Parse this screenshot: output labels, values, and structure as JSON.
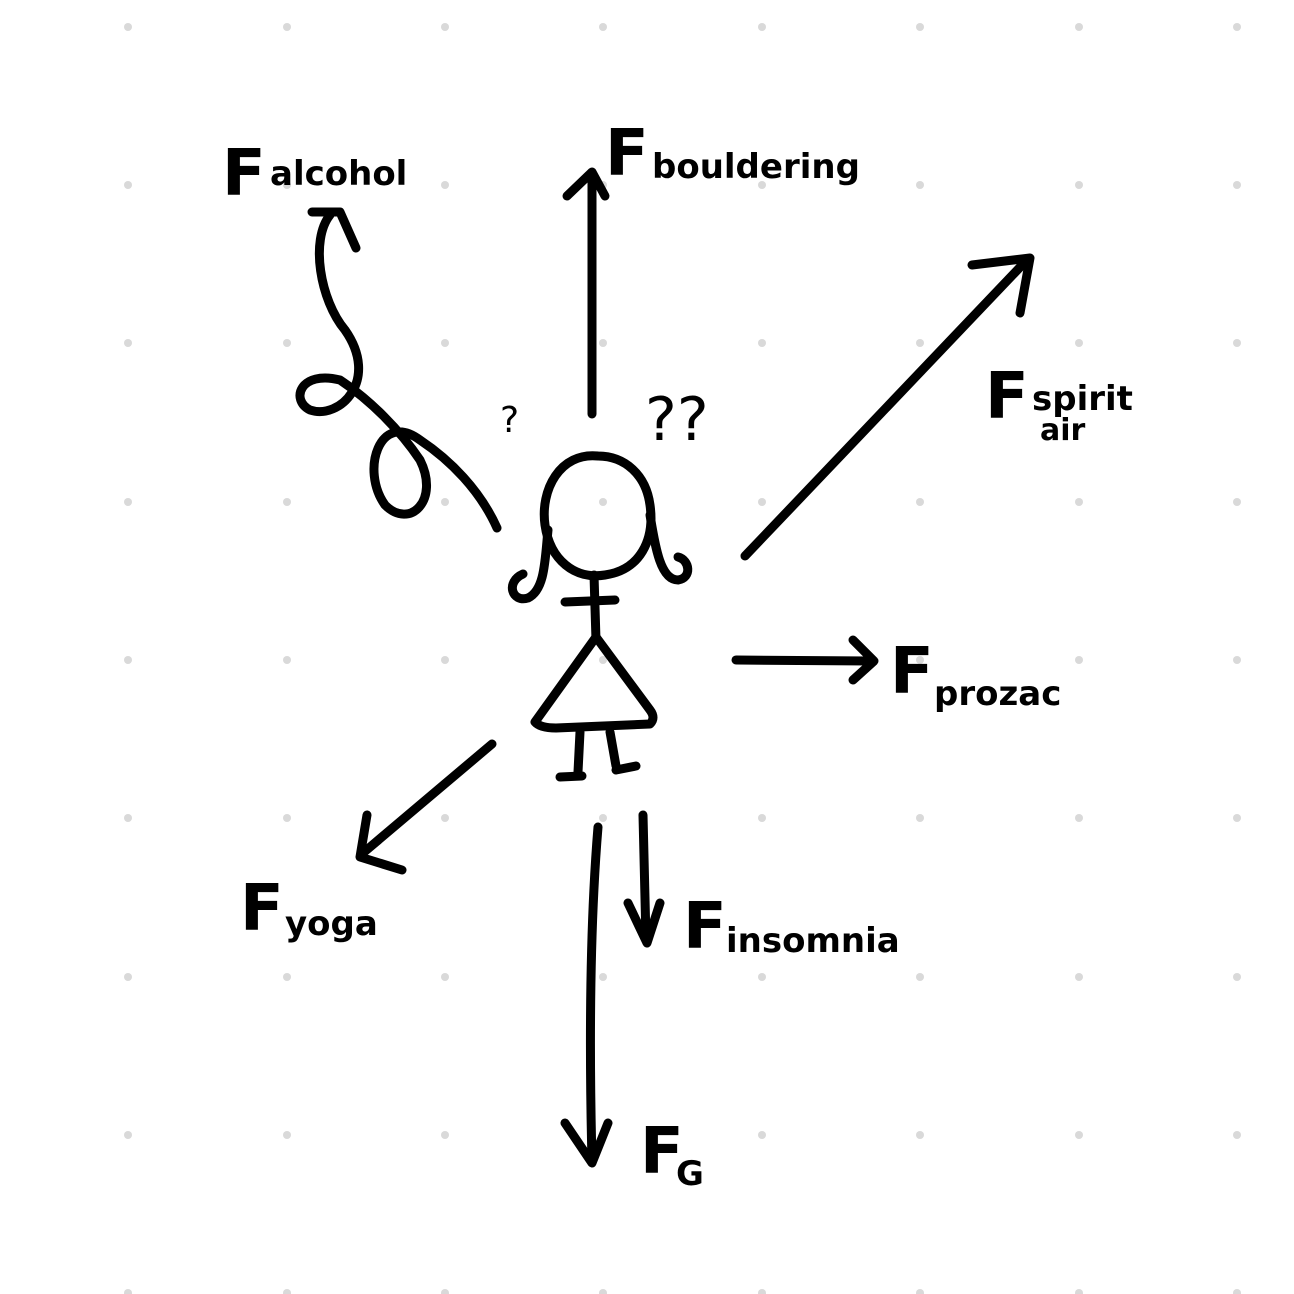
{
  "forces": [
    {
      "id": "alcohol",
      "symbol": "F",
      "subscript": "alcohol"
    },
    {
      "id": "bouldering",
      "symbol": "F",
      "subscript": "bouldering"
    },
    {
      "id": "spirit-air",
      "symbol": "F",
      "subscript": "spirit",
      "subscript2": "air"
    },
    {
      "id": "prozac",
      "symbol": "F",
      "subscript": "prozac"
    },
    {
      "id": "yoga",
      "symbol": "F",
      "subscript": "yoga"
    },
    {
      "id": "insomnia",
      "symbol": "F",
      "subscript": "insomnia"
    },
    {
      "id": "gravity",
      "symbol": "F",
      "subscript": "G"
    }
  ],
  "question_marks": {
    "left": "?",
    "right": "??"
  },
  "colors": {
    "ink": "#000000",
    "grid_dot": "#d9d9d9",
    "background": "#ffffff"
  }
}
